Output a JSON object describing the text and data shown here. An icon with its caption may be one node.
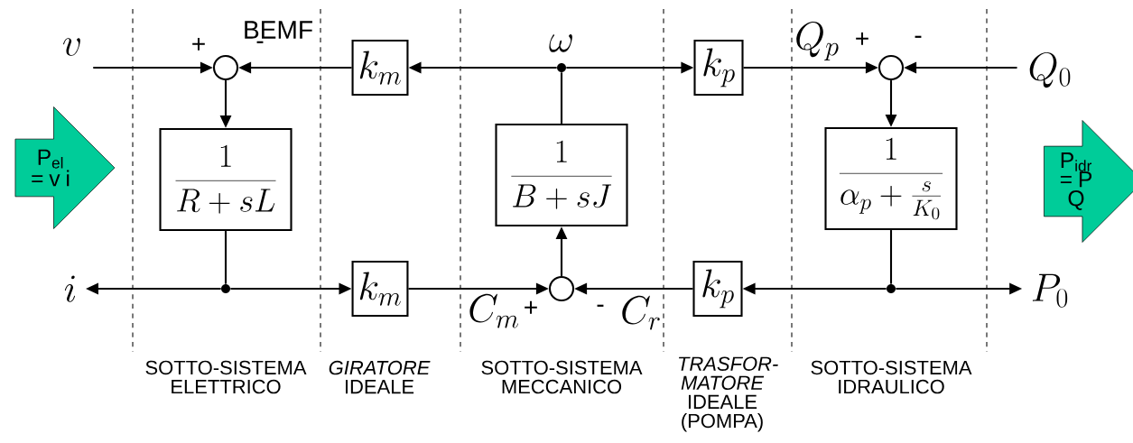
{
  "diagram": {
    "nodes": [
      {
        "text": [
          "v"
        ]
      },
      {
        "text": [],
        "shape": "circle"
      },
      {
        "text": [
          "k_m"
        ]
      },
      {
        "text": [],
        "shape": "dot",
        "beside": [
          "\\omega"
        ]
      },
      {
        "text": [
          "k_p"
        ]
      },
      {
        "text": [],
        "shape": "circle"
      },
      {
        "text": [
          "Q_0"
        ]
      },
      {
        "text": [
          "P$_{el}$ = v i"
        ]
      },
      {
        "text": [
          "\\frac{1}{R+sL}"
        ]
      },
      {
        "text": [
          "\\frac{1}{B+sJ}"
        ]
      },
      {
        "text": [
          "\\frac{1}{\\alpha_p+\\frac{s}{K_0}}"
        ]
      },
      {
        "text": [
          "P$_{idr}$ = P Q"
        ]
      },
      {
        "text": [
          "i"
        ]
      },
      {
        "text": [],
        "shape": "dot"
      },
      {
        "text": [
          "k_m"
        ]
      },
      {
        "text": [],
        "shape": "circle"
      },
      {
        "text": [
          "k_p"
        ]
      },
      {
        "text": [],
        "shape": "dot"
      },
      {
        "text": [
          "P_0"
        ]
      }
    ],
    "edges": [
      {
        "from": 0,
        "to": 1,
        "arrow": "to"
      },
      {
        "from": 2,
        "to": 1,
        "arrow": "to"
      },
      {
        "from": 1,
        "to": 8,
        "arrow": "to"
      },
      {
        "from": 8,
        "to": 13,
        "arrow": "none"
      },
      {
        "from": 13,
        "to": 12,
        "arrow": "to"
      },
      {
        "from": 13,
        "to": 14,
        "arrow": "to"
      },
      {
        "from": 14,
        "to": 15,
        "arrow": "to"
      },
      {
        "from": 16,
        "to": 15,
        "arrow": "to"
      },
      {
        "from": 15,
        "to": 9,
        "arrow": "to"
      },
      {
        "from": 9,
        "to": 3,
        "arrow": "none"
      },
      {
        "from": 3,
        "to": 2,
        "arrow": "to"
      },
      {
        "from": 3,
        "to": 4,
        "arrow": "to"
      },
      {
        "from": 4,
        "to": 5,
        "arrow": "to"
      },
      {
        "from": 6,
        "to": 5,
        "arrow": "to"
      },
      {
        "from": 5,
        "to": 10,
        "arrow": "to"
      },
      {
        "from": 10,
        "to": 17,
        "arrow": "none"
      },
      {
        "from": 17,
        "to": 16,
        "arrow": "to"
      },
      {
        "from": 17,
        "to": 18,
        "arrow": "to"
      }
    ],
    "labels": [
      "BEMF",
      "+",
      "-",
      "Q_p",
      "+",
      "-",
      "C_m",
      "+",
      "-",
      "C_r",
      "SOTTO-SISTEMA ELETTRICO",
      "*GIRATORE* IDEALE",
      "SOTTO-SISTEMA MECCANICO",
      "*TRASFOR-MATORE* IDEALE (POMPA)",
      "SOTTO-SISTEMA IDRAULICO"
    ]
  }
}
